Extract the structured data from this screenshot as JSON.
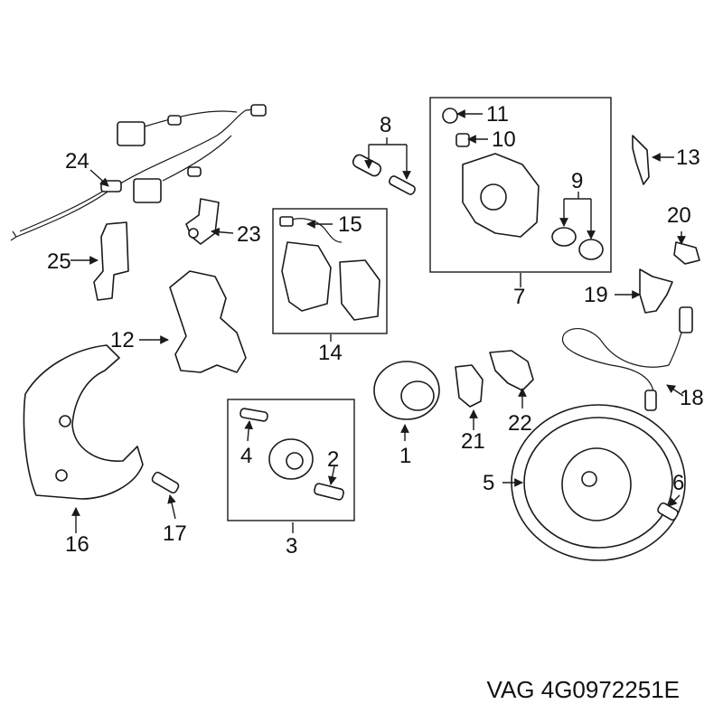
{
  "callouts": {
    "c1": "1",
    "c2": "2",
    "c3": "3",
    "c4": "4",
    "c5": "5",
    "c6": "6",
    "c8": "8",
    "c9": "9",
    "c10": "10",
    "c11": "11",
    "c12": "12",
    "c13": "13",
    "c14": "14",
    "c15": "15",
    "c16": "16",
    "c17": "17",
    "c18": "18",
    "c19": "19",
    "c20": "20",
    "c21": "21",
    "c22": "22",
    "c23": "23",
    "c24": "24",
    "c25": "25",
    "c7": "7"
  },
  "footer": {
    "part_number": "VAG 4G0972251E"
  },
  "colors": {
    "ink": "#1a1a1a",
    "background": "#ffffff"
  }
}
